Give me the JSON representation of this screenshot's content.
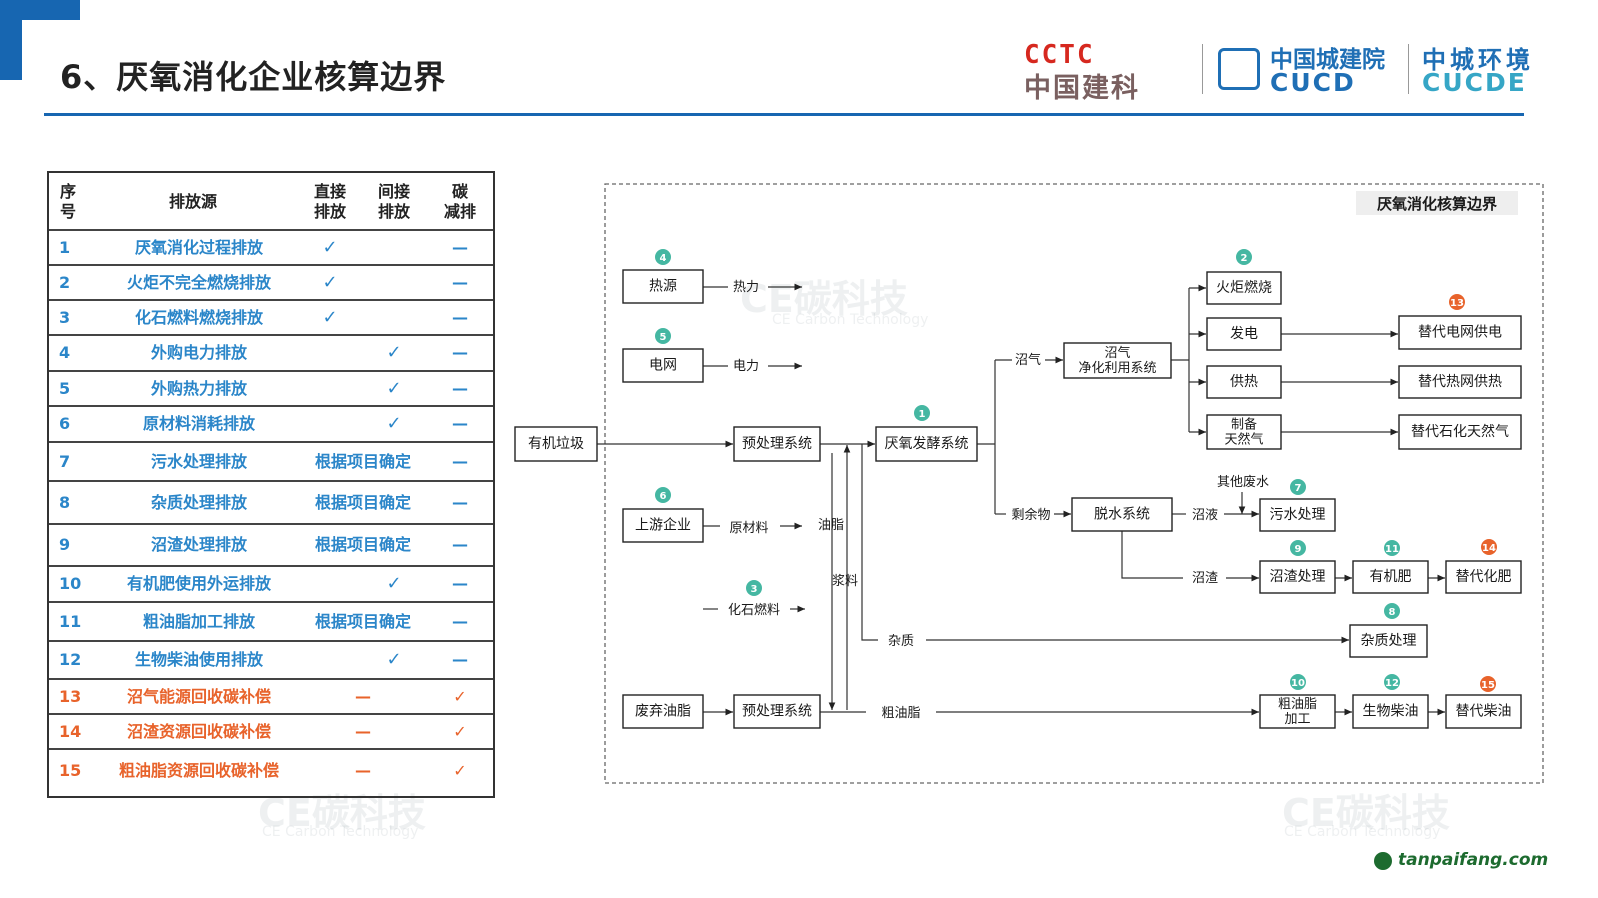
{
  "header": {
    "title": "6、厌氧消化企业核算边界",
    "logo_cctc_top": "CCTC",
    "logo_cctc_bottom": "中国建科",
    "logo_cucd_top": "中国城建院",
    "logo_cucd_bottom": "CUCD",
    "logo_cucde_top": "中城环境",
    "logo_cucde_bottom": "CUCDE"
  },
  "watermark": {
    "brand": "CE碳科技",
    "tagline": "CE Carbon Technology"
  },
  "table": {
    "headers": {
      "seq": "序\n号",
      "source": "排放源",
      "direct": "直接\n排放",
      "indirect": "间接\n排放",
      "reduction": "碳\n减排"
    },
    "rows": [
      {
        "no": "1",
        "name": "厌氧消化过程排放",
        "direct": "✓",
        "indirect": "",
        "merged": "",
        "reduction": "—",
        "type": "emission"
      },
      {
        "no": "2",
        "name": "火炬不完全燃烧排放",
        "direct": "✓",
        "indirect": "",
        "merged": "",
        "reduction": "—",
        "type": "emission"
      },
      {
        "no": "3",
        "name": "化石燃料燃烧排放",
        "direct": "✓",
        "indirect": "",
        "merged": "",
        "reduction": "—",
        "type": "emission"
      },
      {
        "no": "4",
        "name": "外购电力排放",
        "direct": "",
        "indirect": "✓",
        "merged": "",
        "reduction": "—",
        "type": "emission"
      },
      {
        "no": "5",
        "name": "外购热力排放",
        "direct": "",
        "indirect": "✓",
        "merged": "",
        "reduction": "—",
        "type": "emission"
      },
      {
        "no": "6",
        "name": "原材料消耗排放",
        "direct": "",
        "indirect": "✓",
        "merged": "",
        "reduction": "—",
        "type": "emission"
      },
      {
        "no": "7",
        "name": "污水处理排放",
        "direct": "",
        "indirect": "",
        "merged": "根据项目确定",
        "reduction": "—",
        "type": "emission"
      },
      {
        "no": "8",
        "name": "杂质处理排放",
        "direct": "",
        "indirect": "",
        "merged": "根据项目确定",
        "reduction": "—",
        "type": "emission"
      },
      {
        "no": "9",
        "name": "沼渣处理排放",
        "direct": "",
        "indirect": "",
        "merged": "根据项目确定",
        "reduction": "—",
        "type": "emission"
      },
      {
        "no": "10",
        "name": "有机肥使用外运排放",
        "direct": "",
        "indirect": "✓",
        "merged": "",
        "reduction": "—",
        "type": "emission"
      },
      {
        "no": "11",
        "name": "粗油脂加工排放",
        "direct": "",
        "indirect": "",
        "merged": "根据项目确定",
        "reduction": "—",
        "type": "emission"
      },
      {
        "no": "12",
        "name": "生物柴油使用排放",
        "direct": "",
        "indirect": "✓",
        "merged": "",
        "reduction": "—",
        "type": "emission"
      },
      {
        "no": "13",
        "name": "沼气能源回收碳补偿",
        "direct": "",
        "indirect": "",
        "merged": "—",
        "reduction": "✓",
        "type": "offset"
      },
      {
        "no": "14",
        "name": "沼渣资源回收碳补偿",
        "direct": "",
        "indirect": "",
        "merged": "—",
        "reduction": "✓",
        "type": "offset"
      },
      {
        "no": "15",
        "name": "粗油脂资源回收碳补偿",
        "direct": "",
        "indirect": "",
        "merged": "—",
        "reduction": "✓",
        "type": "offset"
      }
    ]
  },
  "diagram": {
    "boundary_label": "厌氧消化核算边界",
    "boxes": {
      "heat_source": "热源",
      "grid": "电网",
      "organic_waste": "有机垃圾",
      "pretreat_1": "预处理系统",
      "digestion": "厌氧发酵系统",
      "biogas_system": "沼气\n净化利用系统",
      "flare": "火炬燃烧",
      "power_gen": "发电",
      "heat_supply": "供热",
      "gas_prep": "制备\n天然气",
      "alt_grid": "替代电网供电",
      "alt_heat": "替代热网供热",
      "alt_gas": "替代石化天然气",
      "upstream": "上游企业",
      "dewater": "脱水系统",
      "wastewater": "污水处理",
      "digestate_treat": "沼渣处理",
      "organic_fert": "有机肥",
      "alt_fert": "替代化肥",
      "impurity_treat": "杂质处理",
      "waste_oil": "废弃油脂",
      "pretreat_2": "预处理系统",
      "crude_oil_proc": "粗油脂\n加工",
      "biodiesel": "生物柴油",
      "alt_diesel": "替代柴油"
    },
    "labels": {
      "heat": "热力",
      "power": "电力",
      "biogas": "沼气",
      "residue": "剩余物",
      "other_wastewater": "其他废水",
      "liquid": "沼液",
      "digestate": "沼渣",
      "raw_material": "原材料",
      "grease": "油脂",
      "slurry": "浆料",
      "fossil_fuel": "化石燃料",
      "impurity": "杂质",
      "crude_oil": "粗油脂"
    },
    "markers": {
      "m1": "1",
      "m2": "2",
      "m3": "3",
      "m4": "4",
      "m5": "5",
      "m6": "6",
      "m7": "7",
      "m8": "8",
      "m9": "9",
      "m10": "10",
      "m11": "11",
      "m12": "12",
      "m13": "13",
      "m14": "14",
      "m15": "15"
    },
    "colors": {
      "marker_green": "#45b7a2",
      "marker_red": "#e8632b",
      "line": "#333333",
      "boundary": "#666666"
    }
  },
  "footer": {
    "site": "tanpaifang.com"
  }
}
